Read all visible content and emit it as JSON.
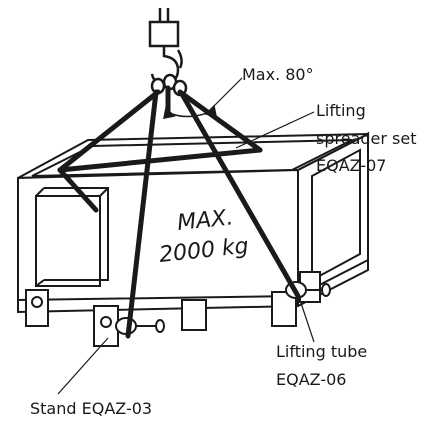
{
  "labels": {
    "angle": "Max. 80°",
    "spreader_line1": "Lifting",
    "spreader_line2": "spreader set",
    "spreader_line3": "EQAZ-07",
    "capacity_line1": "MAX.",
    "capacity_line2": "2000 kg",
    "tube_line1": "Lifting tube",
    "tube_line2": "EQAZ-06",
    "stand": "Stand EQAZ-03"
  }
}
